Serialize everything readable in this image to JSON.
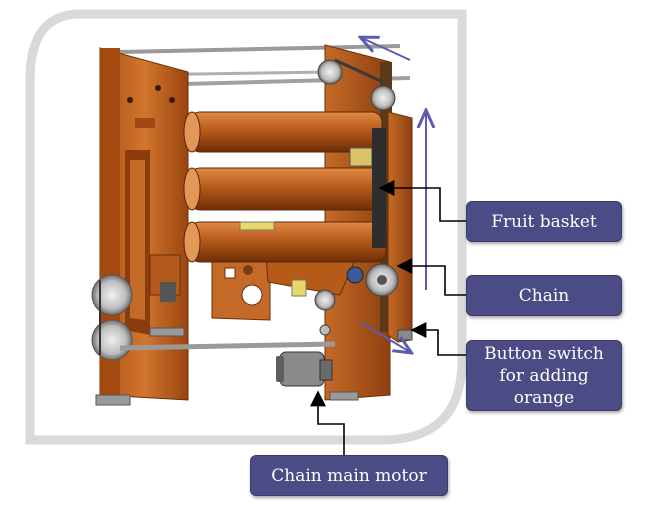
{
  "labels": {
    "fruit_basket": "Fruit basket",
    "chain": "Chain",
    "button_switch": "Button switch for adding orange",
    "chain_motor": "Chain main motor"
  },
  "colors": {
    "frame_orange": "#c8651f",
    "frame_dark": "#8a3f0e",
    "callout_fill": "#4b4b85",
    "arrow_blue": "#5c5cb0",
    "leader_line": "#000000"
  },
  "icons": [
    "machine-frame-drawing",
    "sprocket-icon",
    "motor-icon",
    "motion-arrow-icon"
  ]
}
